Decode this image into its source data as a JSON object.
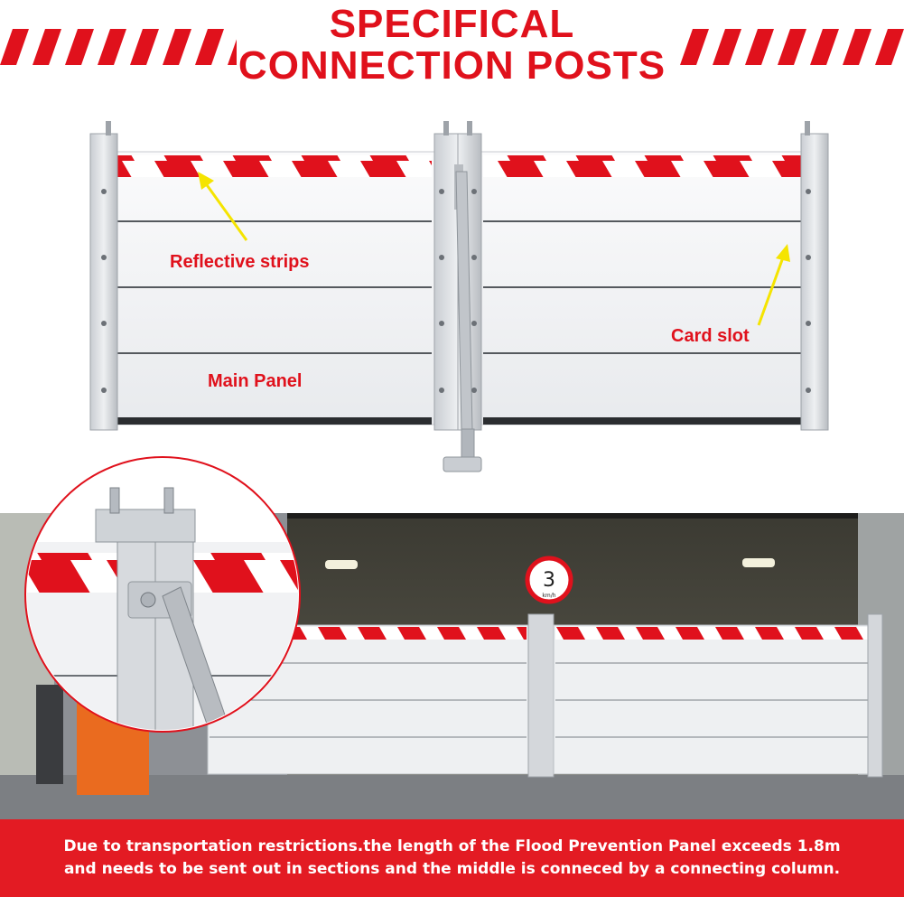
{
  "header": {
    "title_line1": "SPECIFICAL",
    "title_line2": "CONNECTION POSTS"
  },
  "labels": {
    "reflective_strips": "Reflective strips",
    "card_slot": "Card slot",
    "main_panel": "Main Panel"
  },
  "photo": {
    "speed_sign_value": "3",
    "speed_sign_unit": "km/h"
  },
  "footer": {
    "line1": "Due to transportation restrictions.the length of the Flood Prevention Panel exceeds 1.8m",
    "line2": "and needs to be sent out in sections and the middle is conneced by a connecting column."
  },
  "colors": {
    "brand_red": "#e0111c",
    "footer_red": "#e31b23",
    "annotation_arrow": "#f5e400",
    "panel_white": "#f4f5f7"
  }
}
